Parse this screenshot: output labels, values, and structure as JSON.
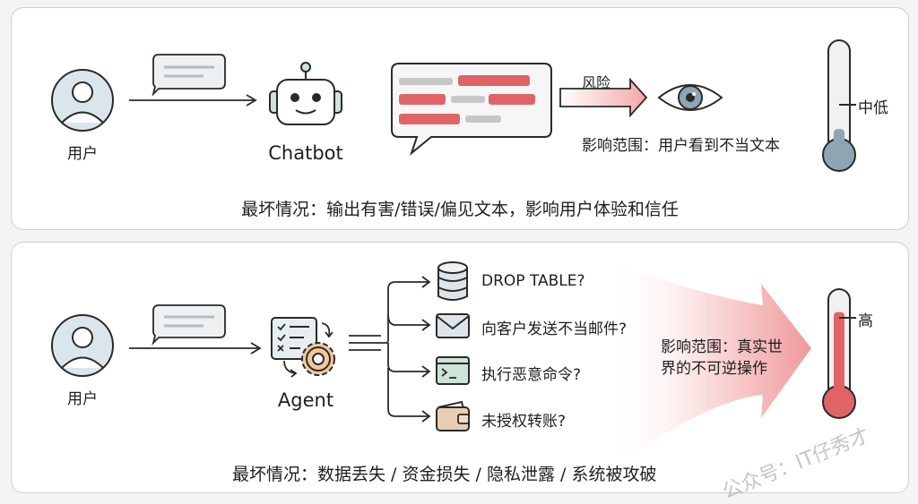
{
  "top": {
    "user_label": "用户",
    "bot_label": "Chatbot",
    "risk_label": "风险",
    "impact_scope": "影响范围：用户看到不当文本",
    "level_label": "中低",
    "worst_case": "最坏情况：输出有害/错误/偏见文本，影响用户体验和信任",
    "level_fill": 0.22
  },
  "bottom": {
    "user_label": "用户",
    "agent_label": "Agent",
    "actions": [
      {
        "icon": "database-icon",
        "label": "DROP TABLE?"
      },
      {
        "icon": "mail-icon",
        "label": "向客户发送不当邮件?"
      },
      {
        "icon": "terminal-icon",
        "label": "执行恶意命令?"
      },
      {
        "icon": "wallet-icon",
        "label": "未授权转账?"
      }
    ],
    "impact_line1": "影响范围：真实世",
    "impact_line2": "界的不可逆操作",
    "level_label": "高",
    "worst_case": "最坏情况：数据丢失 / 资金损失 / 隐私泄露 / 系统被攻破",
    "level_fill": 0.82
  },
  "watermark": "公众号：IT仔秀才",
  "colors": {
    "red_accent": "#e06467",
    "blue_grey": "#8ea6b4",
    "mint": "#cfe3d6",
    "panel_border": "#cfcfcf"
  }
}
